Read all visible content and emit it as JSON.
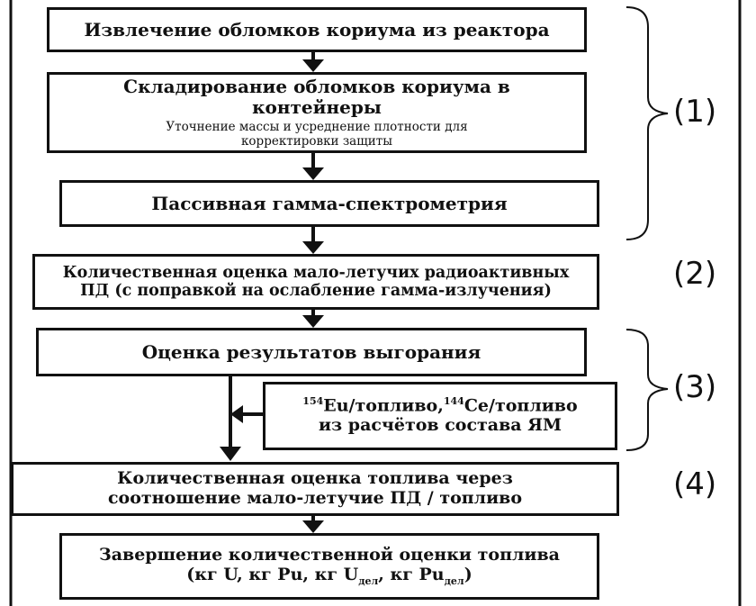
{
  "steps": {
    "extract": "Извлечение обломков кориума из реактора",
    "store": "Складирование обломков кориума в контейнеры",
    "store_note": "Уточнение массы и усреднение плотности для корректировки защиты",
    "gamma": "Пассивная гамма-спектрометрия",
    "quant_line1": "Количественная оценка мало-летучих радиоактивных",
    "quant_line2": "ПД (с поправкой на ослабление гамма-излучения)",
    "burnup": "Оценка результатов выгорания",
    "ratio_sup1": "154",
    "ratio_part1": "Eu/топливо,",
    "ratio_sup2": "144",
    "ratio_part2": "Ce/топливо",
    "ratio_line2": "из расчётов состава ЯМ",
    "fuel_line1": "Количественная оценка топлива через",
    "fuel_line2": "соотношение мало-летучие ПД / топливо",
    "final_line1": "Завершение количественной оценки топлива",
    "final_kgU": "(кг U, кг Pu, кг U",
    "final_sub1": "дел",
    "final_mid": ", кг Pu",
    "final_sub2": "дел",
    "final_end": ")"
  },
  "groups": [
    "(1)",
    "(2)",
    "(3)",
    "(4)"
  ]
}
